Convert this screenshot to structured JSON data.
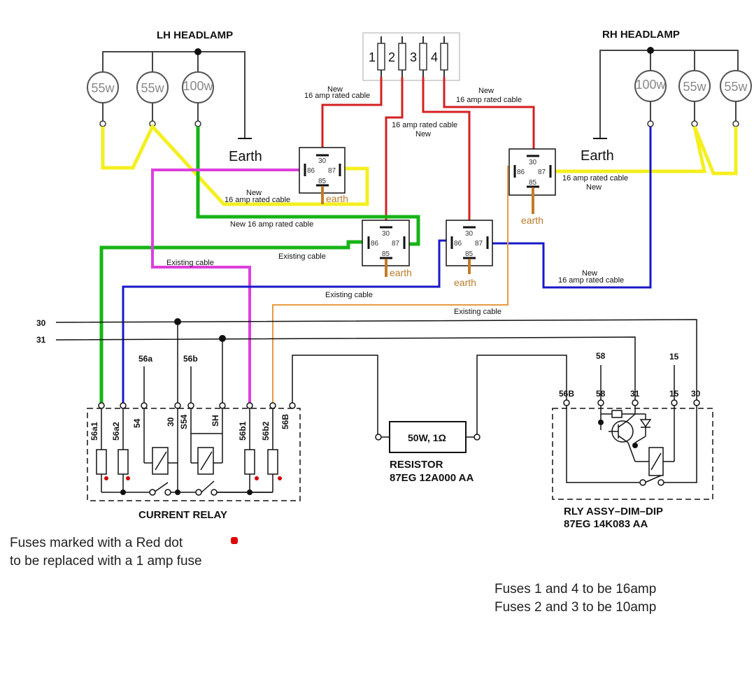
{
  "headlamps": {
    "lh_title": "LH HEADLAMP",
    "rh_title": "RH HEADLAMP",
    "lh_bulbs": [
      "55w",
      "55w",
      "100w"
    ],
    "rh_bulbs": [
      "100w",
      "55w",
      "55w"
    ],
    "earth_label": "Earth"
  },
  "fuse_box": {
    "numbers": [
      "1",
      "2",
      "3",
      "4"
    ]
  },
  "relays": {
    "pin_labels": {
      "p30": "30",
      "p86": "86",
      "p87": "87",
      "p85": "85"
    },
    "earth_label": "earth"
  },
  "cable_labels": {
    "new": "New",
    "rated16": "16 amp rated cable",
    "new_rated16": "New 16 amp rated cable",
    "existing": "Existing cable"
  },
  "bus_labels": {
    "b30": "30",
    "b31": "31"
  },
  "current_relay": {
    "title": "CURRENT RELAY",
    "top_terms": [
      "56a",
      "56b"
    ],
    "terminals": [
      "56a1",
      "56a2",
      "54",
      "30",
      "S54",
      "SH",
      "56b1",
      "56b2",
      "56B"
    ]
  },
  "resistor": {
    "value": "50W, 1Ω",
    "name": "RESISTOR",
    "part": "87EG 12A000 AA"
  },
  "dim_dip": {
    "title": "RLY ASSY–DIM–DIP",
    "part": "87EG 14K083 AA",
    "top_terms": [
      "58",
      "15"
    ],
    "terminals": [
      "56B",
      "58",
      "31",
      "15",
      "30"
    ]
  },
  "notes": {
    "red_dot_line1": "Fuses marked with a Red dot",
    "red_dot_line2": "to be replaced with a 1 amp fuse",
    "fuses_line1": "Fuses 1 and 4 to be 16amp",
    "fuses_line2": "Fuses 2 and 3 to be 10amp"
  },
  "colors": {
    "red": "#d42020",
    "yellow": "#f4ef1f",
    "green": "#16b416",
    "magenta": "#dd3fdd",
    "blue": "#1818c8",
    "orange": "#e89a40",
    "earth": "#c47a28",
    "gray": "#888888"
  }
}
